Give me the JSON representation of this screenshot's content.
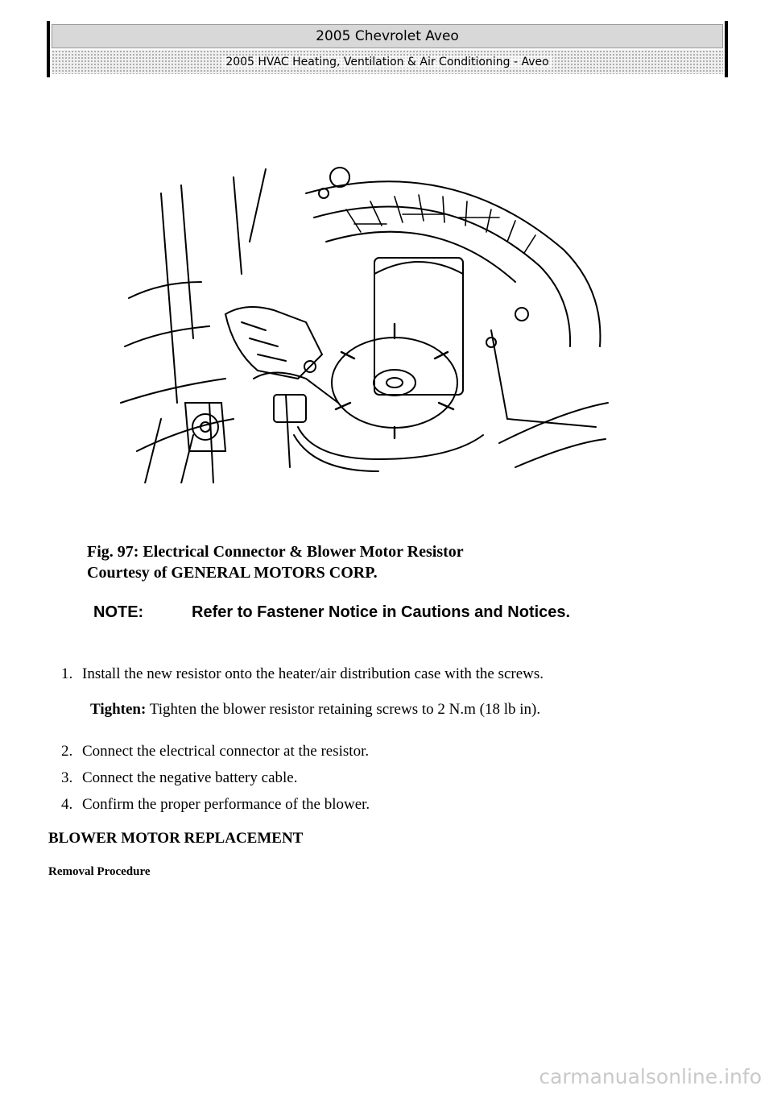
{
  "header": {
    "title": "2005 Chevrolet Aveo",
    "subtitle": "2005 HVAC Heating, Ventilation & Air Conditioning - Aveo"
  },
  "figure": {
    "caption_line1": "Fig. 97: Electrical Connector & Blower Motor Resistor",
    "caption_line2": "Courtesy of GENERAL MOTORS CORP."
  },
  "note": {
    "label": "NOTE:",
    "text": "Refer to Fastener Notice in Cautions and Notices."
  },
  "steps": [
    {
      "number": "1.",
      "text": "Install the new resistor onto the heater/air distribution case with the screws."
    },
    {
      "number": "2.",
      "text": "Connect the electrical connector at the resistor."
    },
    {
      "number": "3.",
      "text": "Connect the negative battery cable."
    },
    {
      "number": "4.",
      "text": "Confirm the proper performance of the blower."
    }
  ],
  "tighten": {
    "label": "Tighten:",
    "text": "Tighten the blower resistor retaining screws to 2 N.m (18 lb in)."
  },
  "section_title": "BLOWER MOTOR REPLACEMENT",
  "subsection_title": "Removal Procedure",
  "watermark": "carmanualsonline.info"
}
